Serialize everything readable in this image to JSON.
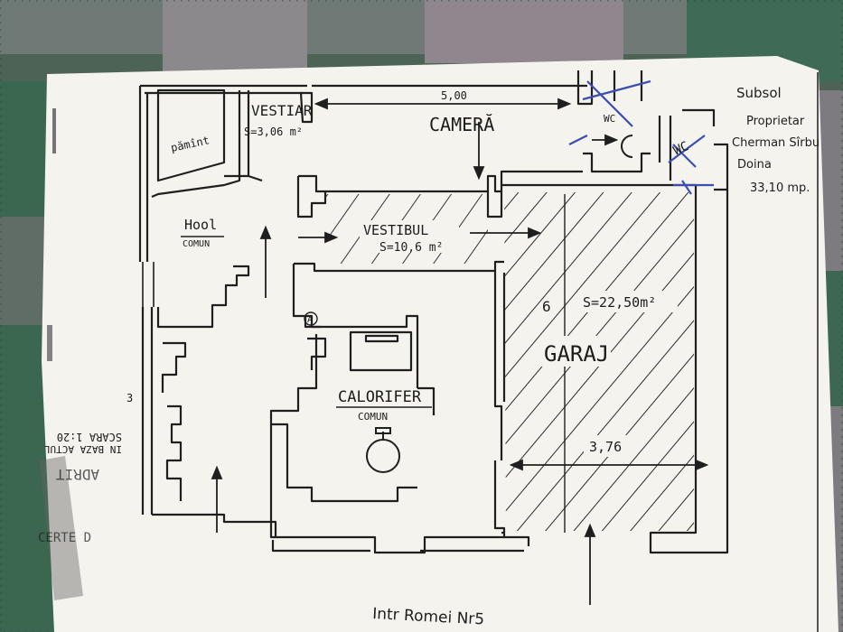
{
  "rooms": {
    "vestiar": "VESTIAR",
    "vestiar_area": "S=3,06 m²",
    "camera": "CAMERĂ",
    "camera_dim": "5,00",
    "pamint": "pămînt",
    "hool": "Hool",
    "hool_sub": "COMUN",
    "vestibul": "VESTIBUL",
    "vestibul_area": "S=10,6 m²",
    "garaj": "GARAJ",
    "garaj_area": "S=22,50m²",
    "garaj_dim": "3,76",
    "calorifer": "CALORIFER",
    "calorifer_sub": "COMUN",
    "wc": "WC",
    "wc2": "WC",
    "marker_a": "A",
    "marker_6": "6",
    "side_mark": "3"
  },
  "info": {
    "title": "Subsol",
    "line1": "Proprietar",
    "line2": "Cherman Sîrbu",
    "line3": "Doina",
    "line4": "33,10 mp."
  },
  "footer": {
    "address": "Intr Romei Nr5"
  },
  "bleed": {
    "line1": "SCARA 1:20",
    "line2": "IN BAZA ACTUL",
    "line3": "ADRIT",
    "line4": "CERTE D"
  },
  "colors": {
    "paper": "#f4f3ee",
    "ink": "#1f1f1f",
    "blue_ink": "#3a4fb0",
    "cloth_green": "#3f6a56",
    "cloth_grey": "#8e8c8f"
  }
}
